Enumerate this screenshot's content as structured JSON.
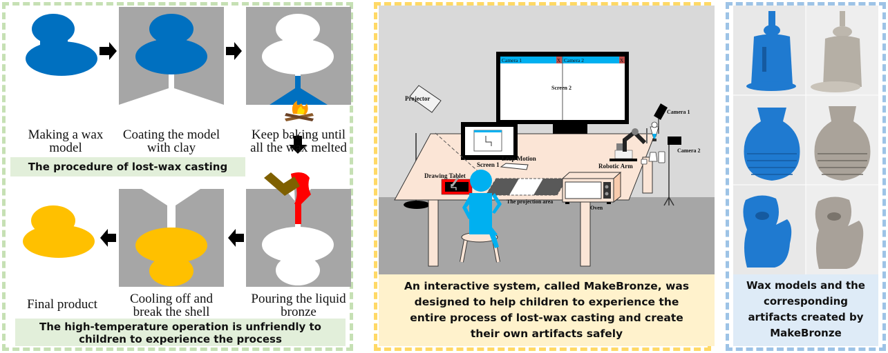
{
  "left_panel": {
    "top_steps": [
      {
        "caption": "Making a wax\nmodel"
      },
      {
        "caption": "Coating the model\nwith clay"
      },
      {
        "caption": "Keep baking until\nall the wax melted"
      }
    ],
    "top_banner": "The procedure of lost-wax casting",
    "bottom_steps": [
      {
        "caption": "Final product"
      },
      {
        "caption": "Cooling off and\nbreak the shell"
      },
      {
        "caption": "Pouring the liquid\nbronze"
      }
    ],
    "bottom_banner": "The high-temperature operation is unfriendly to\nchildren to experience the process",
    "colors": {
      "wax": "#0070c0",
      "clay": "#a6a6a6",
      "bronze": "#ffc000",
      "liquid_bronze": "#ff0000",
      "ladle": "#7f6000"
    }
  },
  "middle_panel": {
    "labels": {
      "projector": "Projector",
      "camera1_window": "Camera 1",
      "camera2_window": "Camera 2",
      "close_x": "X",
      "screen2": "Screen 2",
      "screen1": "Screen 1",
      "camera1": "Camera 1",
      "camera2": "Camera 2",
      "leap_motion": "Leap Motion",
      "robotic_arm": "Robotic Arm",
      "drawing_tablet": "Drawing Tablet",
      "projection_area": "The projection area",
      "oven": "Oven"
    },
    "banner": "An interactive system, called MakeBronze, was\ndesigned to help children to experience the\nentire process of lost-wax casting and create\ntheir own artifacts safely"
  },
  "right_panel": {
    "photos": [
      {
        "row": "bell",
        "wax": "blue wax bell model",
        "bronze": "silver metal bell artifact"
      },
      {
        "row": "vase",
        "wax": "blue wax vase model",
        "bronze": "silver metal vase artifact"
      },
      {
        "row": "lion",
        "wax": "blue wax lion model",
        "bronze": "silver metal lion artifact"
      }
    ],
    "banner": "Wax models and the\ncorresponding\nartifacts created by\nMakeBronze"
  }
}
